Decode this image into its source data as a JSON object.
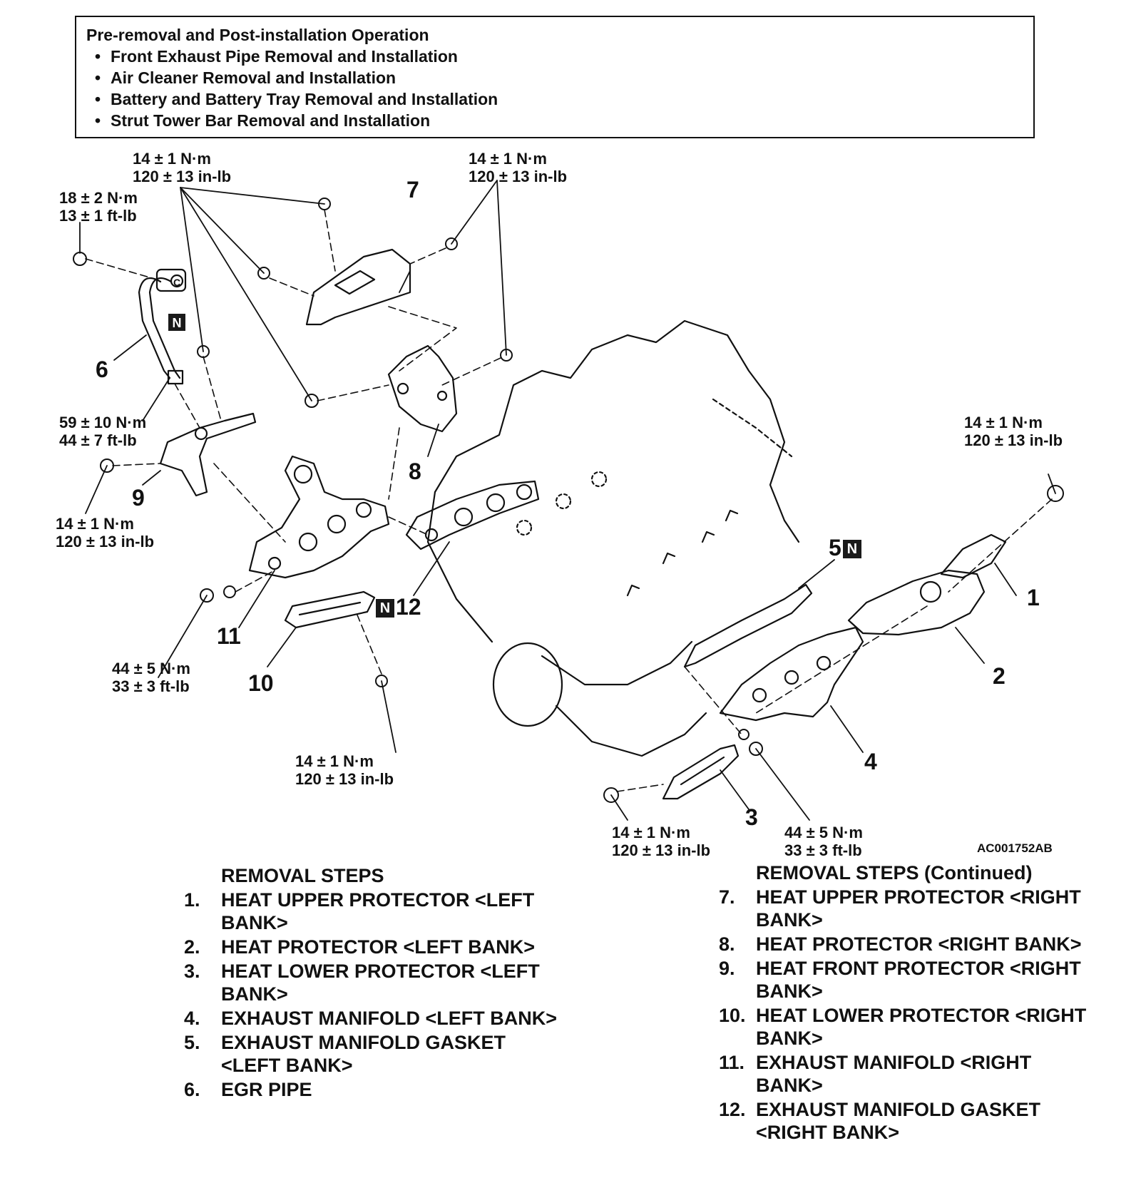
{
  "pre_removal": {
    "title": "Pre-removal and Post-installation Operation",
    "items": [
      "Front Exhaust Pipe Removal and Installation",
      "Air Cleaner Removal and Installation",
      "Battery and Battery Tray Removal and Installation",
      "Strut Tower Bar Removal and Installation"
    ]
  },
  "torque_specs": {
    "top_center": [
      "14 ± 1 N·m",
      "120 ± 13 in-lb"
    ],
    "top_right": [
      "14 ± 1 N·m",
      "120 ± 13 in-lb"
    ],
    "egr_bolt": [
      "18 ± 2 N·m",
      "13 ± 1 ft-lb"
    ],
    "egr_fitting": [
      "59 ± 10 N·m",
      "44 ± 7 ft-lb"
    ],
    "front_protector": [
      "14 ± 1 N·m",
      "120 ± 13 in-lb"
    ],
    "right_manifold_nut": [
      "44 ± 5 N·m",
      "33 ± 3 ft-lb"
    ],
    "right_lower_protector": [
      "14 ± 1 N·m",
      "120 ± 13 in-lb"
    ],
    "left_upper_protector": [
      "14 ± 1 N·m",
      "120 ± 13 in-lb"
    ],
    "left_lower_protector": [
      "14 ± 1 N·m",
      "120 ± 13 in-lb"
    ],
    "left_manifold_nut": [
      "44 ± 5 N·m",
      "33 ± 3 ft-lb"
    ]
  },
  "callouts": [
    "1",
    "2",
    "3",
    "4",
    "5",
    "6",
    "7",
    "8",
    "9",
    "10",
    "11",
    "12"
  ],
  "badges": {
    "n": "N",
    "c": "C"
  },
  "image_code": "AC001752AB",
  "removal_steps": {
    "title": "REMOVAL STEPS",
    "items": [
      {
        "num": "1.",
        "text": "HEAT UPPER PROTECTOR <LEFT BANK>"
      },
      {
        "num": "2.",
        "text": "HEAT PROTECTOR <LEFT BANK>"
      },
      {
        "num": "3.",
        "text": "HEAT LOWER PROTECTOR <LEFT BANK>"
      },
      {
        "num": "4.",
        "text": "EXHAUST MANIFOLD <LEFT BANK>"
      },
      {
        "num": "5.",
        "text": "EXHAUST MANIFOLD GASKET <LEFT BANK>"
      },
      {
        "num": "6.",
        "text": "EGR PIPE"
      }
    ]
  },
  "removal_steps_continued": {
    "title": "REMOVAL STEPS (Continued)",
    "items": [
      {
        "num": "7.",
        "text": "HEAT UPPER PROTECTOR <RIGHT BANK>"
      },
      {
        "num": "8.",
        "text": "HEAT PROTECTOR <RIGHT BANK>"
      },
      {
        "num": "9.",
        "text": "HEAT FRONT PROTECTOR <RIGHT BANK>"
      },
      {
        "num": "10.",
        "text": "HEAT LOWER PROTECTOR <RIGHT BANK>"
      },
      {
        "num": "11.",
        "text": "EXHAUST MANIFOLD <RIGHT BANK>"
      },
      {
        "num": "12.",
        "text": "EXHAUST MANIFOLD GASKET <RIGHT BANK>"
      }
    ]
  }
}
